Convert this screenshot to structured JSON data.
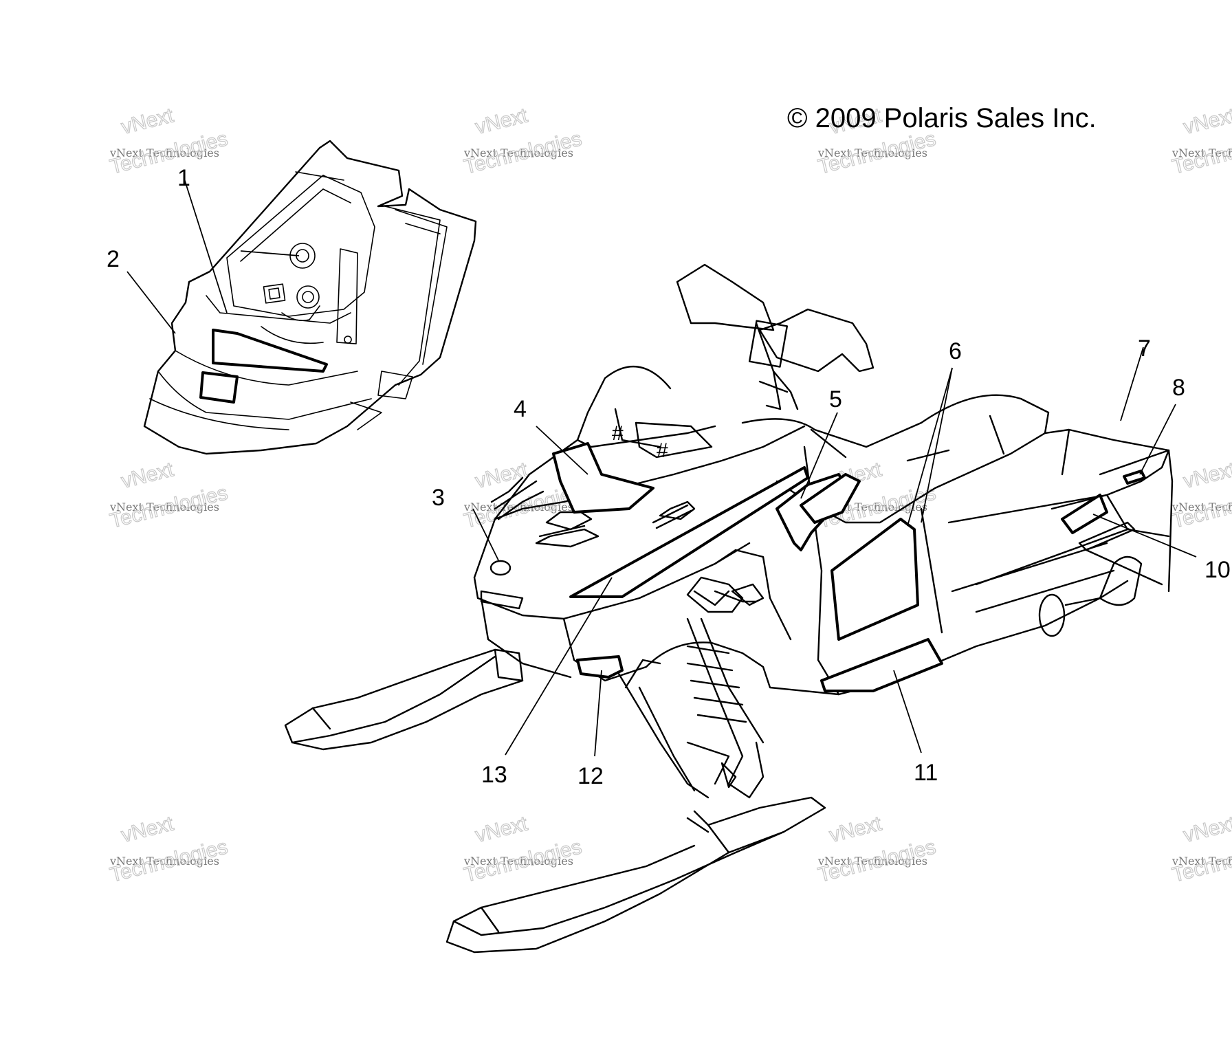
{
  "copyright": "© 2009 Polaris Sales Inc.",
  "watermark": {
    "line1": "vNext",
    "line2": "vNext Technologies",
    "line3": "Technologies"
  },
  "callouts": [
    "1",
    "2",
    "3",
    "4",
    "5",
    "6",
    "7",
    "8",
    "10",
    "11",
    "12",
    "13"
  ],
  "colors": {
    "line": "#000000",
    "background": "#ffffff",
    "watermark": "#9a9a9a"
  }
}
